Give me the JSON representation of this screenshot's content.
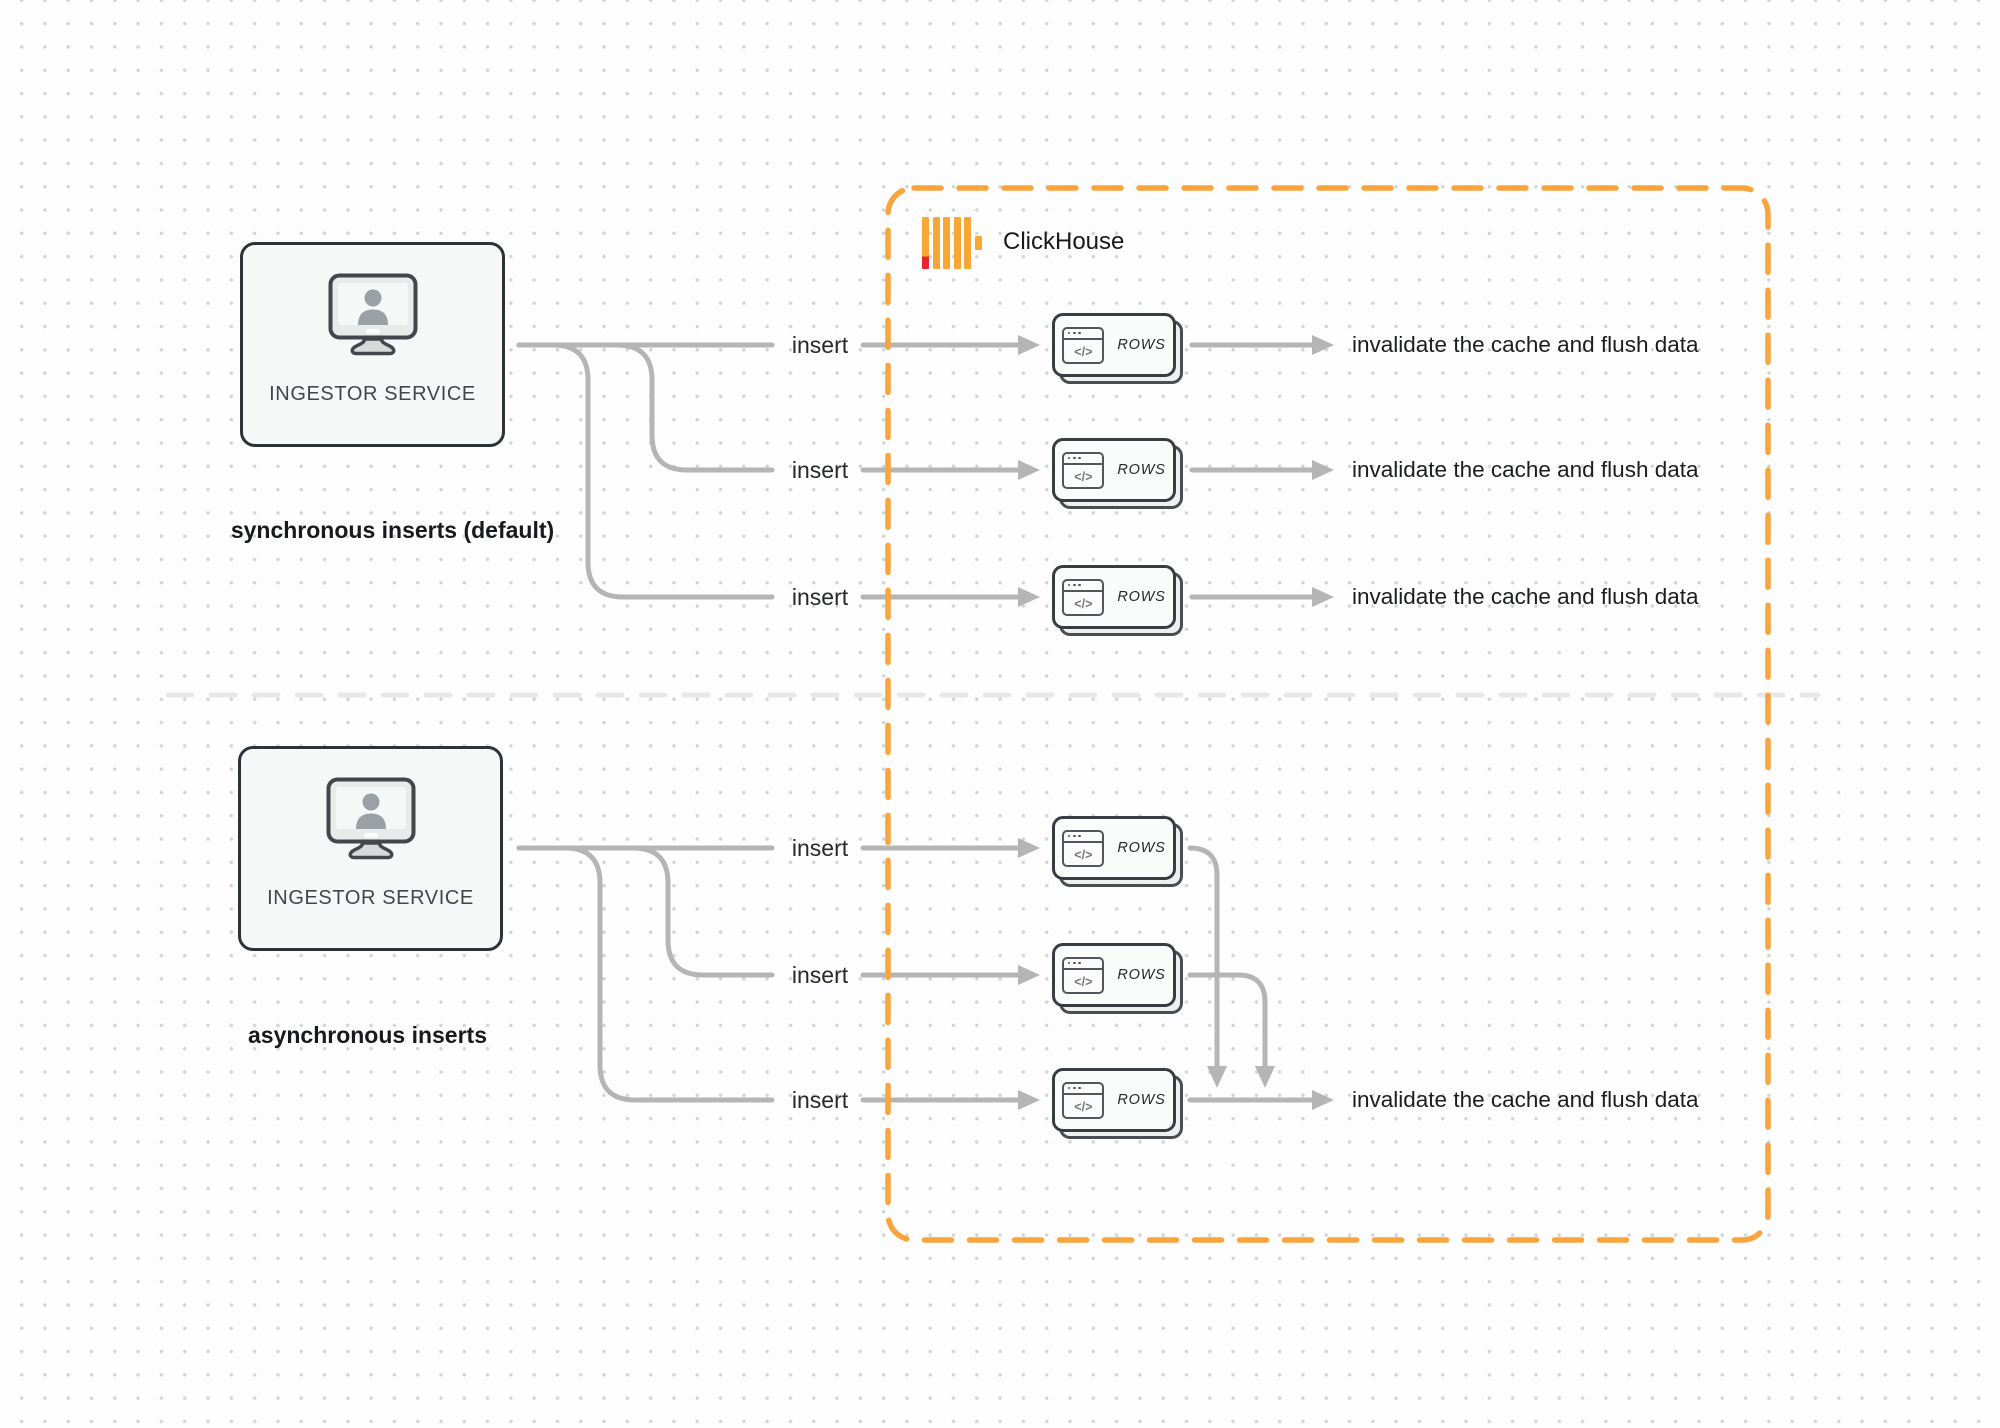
{
  "clickhouse": {
    "label": "ClickHouse"
  },
  "sections": {
    "sync_label": "synchronous inserts (default)",
    "async_label": "asynchronous inserts"
  },
  "boxes": {
    "ingestor_label": "INGESTOR SERVICE"
  },
  "labels": {
    "insert": "insert",
    "invalidate": "invalidate the cache and flush data"
  },
  "cards": {
    "rows_label": "ROWS",
    "code_glyph": "</>"
  },
  "colors": {
    "accent_orange": "#F9A43C",
    "logo_red": "#E8252C",
    "line_gray": "#B5B5B5",
    "divider_gray": "#E7E7E7"
  }
}
